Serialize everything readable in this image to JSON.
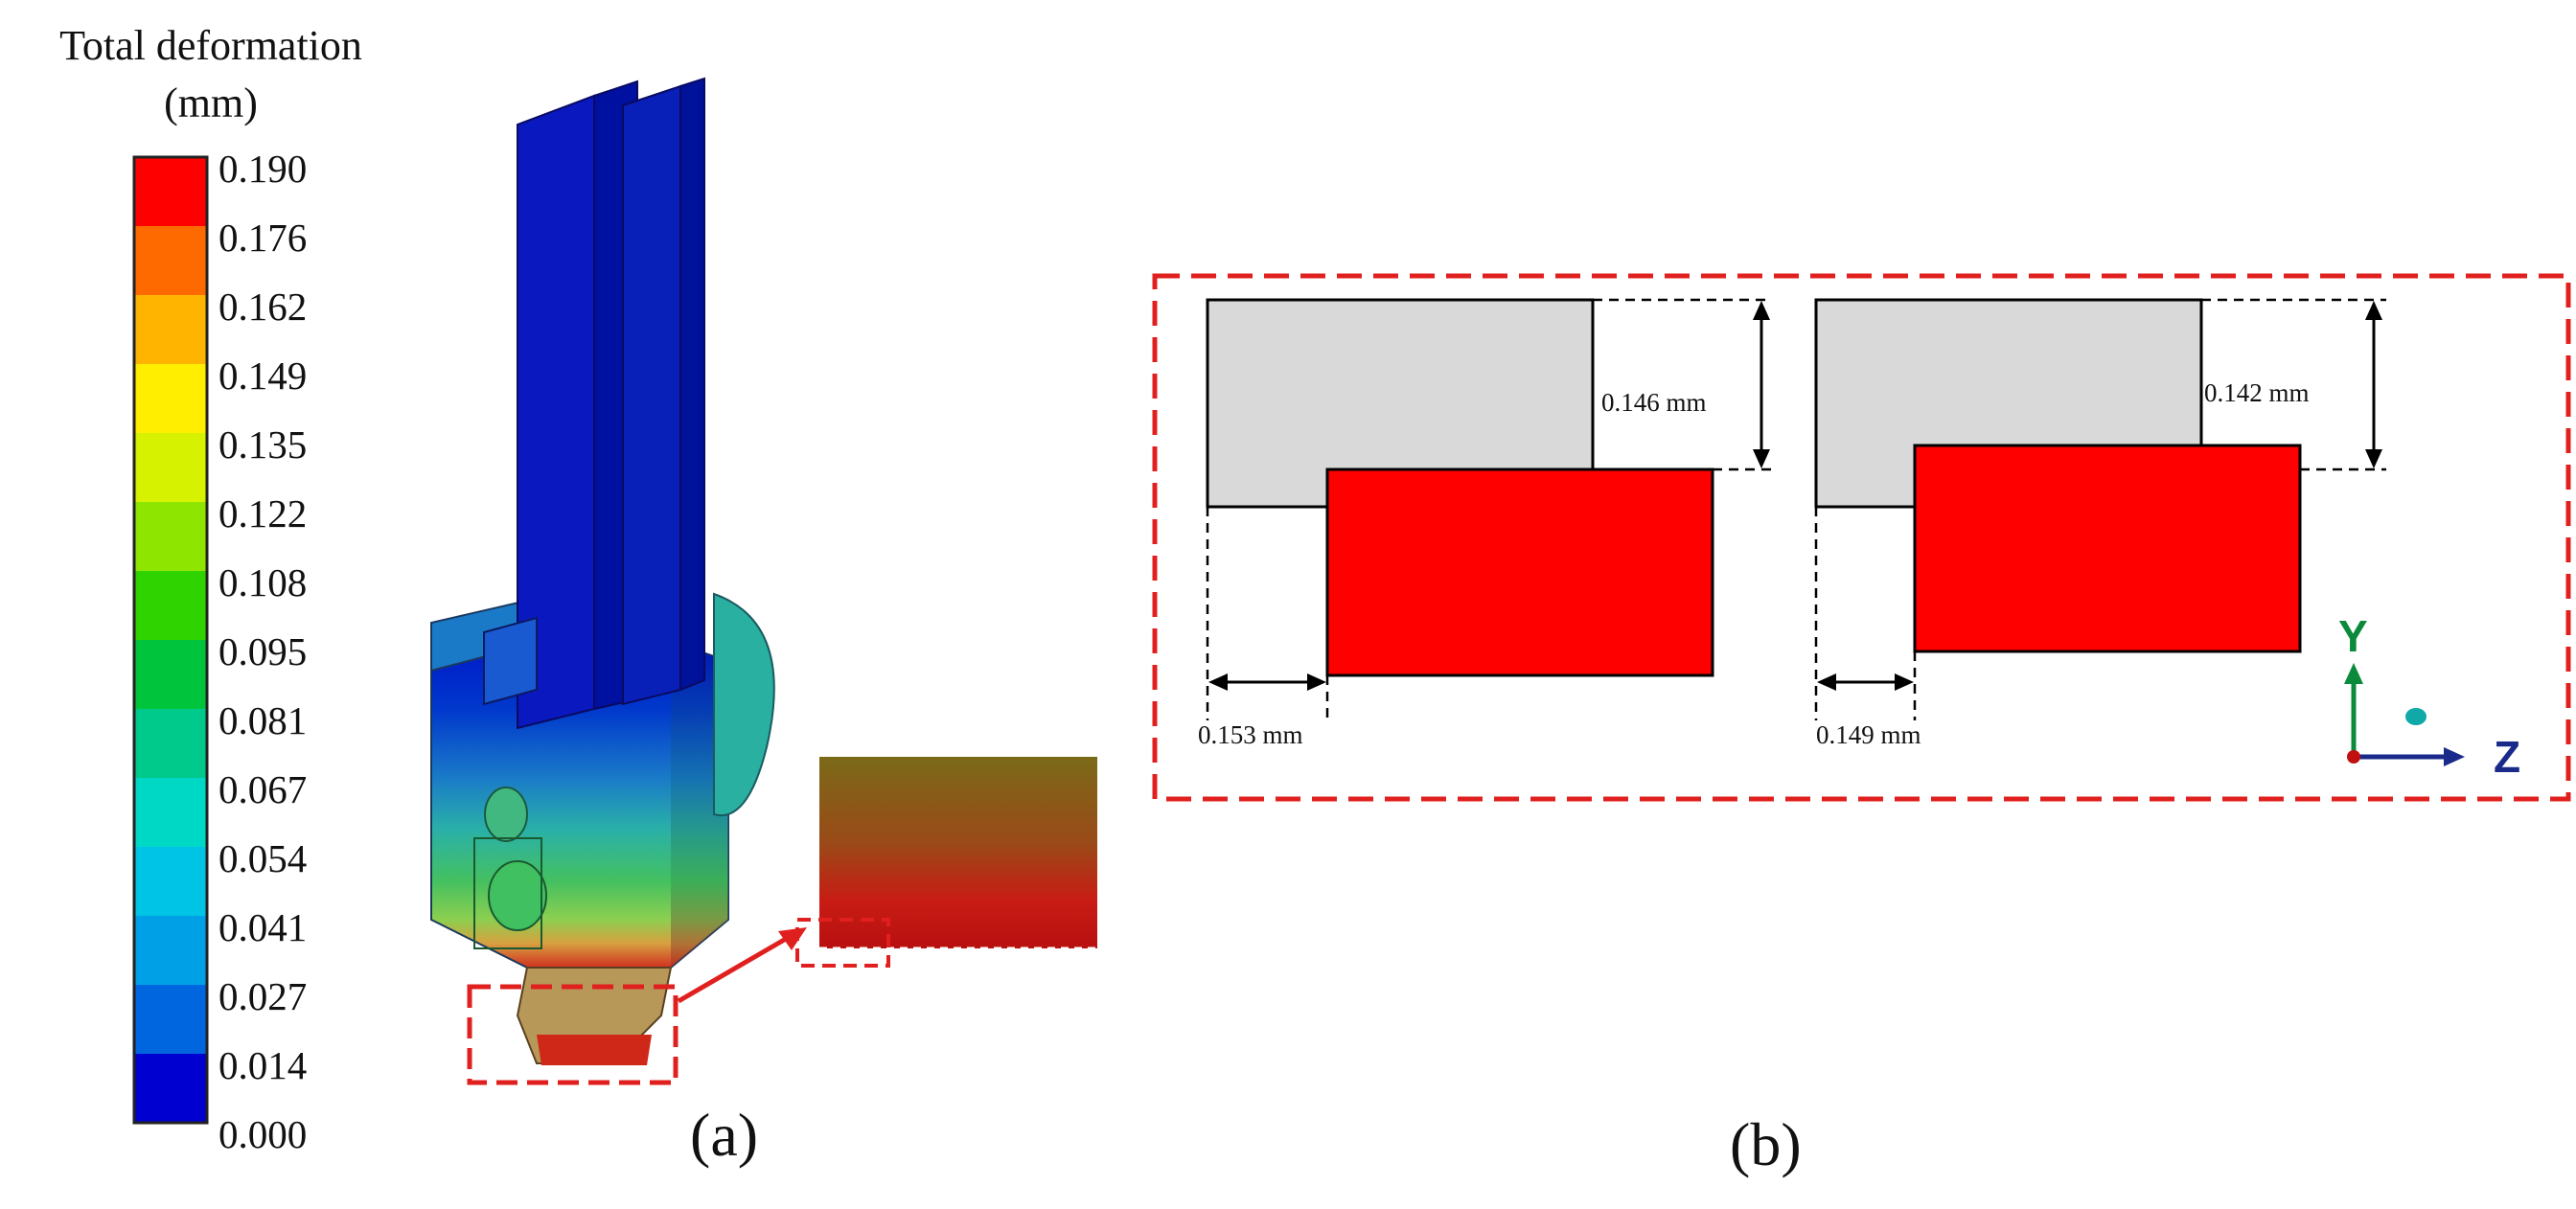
{
  "legend": {
    "title_line1": "Total deformation",
    "title_line2": "(mm)",
    "ticks": [
      "0.190",
      "0.176",
      "0.162",
      "0.149",
      "0.135",
      "0.122",
      "0.108",
      "0.095",
      "0.081",
      "0.067",
      "0.054",
      "0.041",
      "0.027",
      "0.014",
      "0.000"
    ],
    "colors": [
      "#ff0000",
      "#ff6a00",
      "#ffb400",
      "#ffee00",
      "#d6f200",
      "#8ee600",
      "#2fd400",
      "#00c53c",
      "#00c98c",
      "#00d8c6",
      "#00c4e6",
      "#00a0e6",
      "#0066e0",
      "#0033d8",
      "#0000d0"
    ]
  },
  "panel_a": {
    "label": "(a)"
  },
  "panel_b": {
    "label": "(b)",
    "left_case": {
      "vertical_offset": "0.146 mm",
      "horizontal_offset": "0.153 mm"
    },
    "right_case": {
      "vertical_offset": "0.142 mm",
      "horizontal_offset": "0.149 mm"
    },
    "axes": {
      "y": "Y",
      "z": "Z"
    }
  },
  "colors": {
    "original_shape": "#d9d9d9",
    "deformed_shape": "#ff0000",
    "highlight_box": "#e0201e",
    "axis_y": "#0a8a3a",
    "axis_z": "#1a2a8a"
  }
}
